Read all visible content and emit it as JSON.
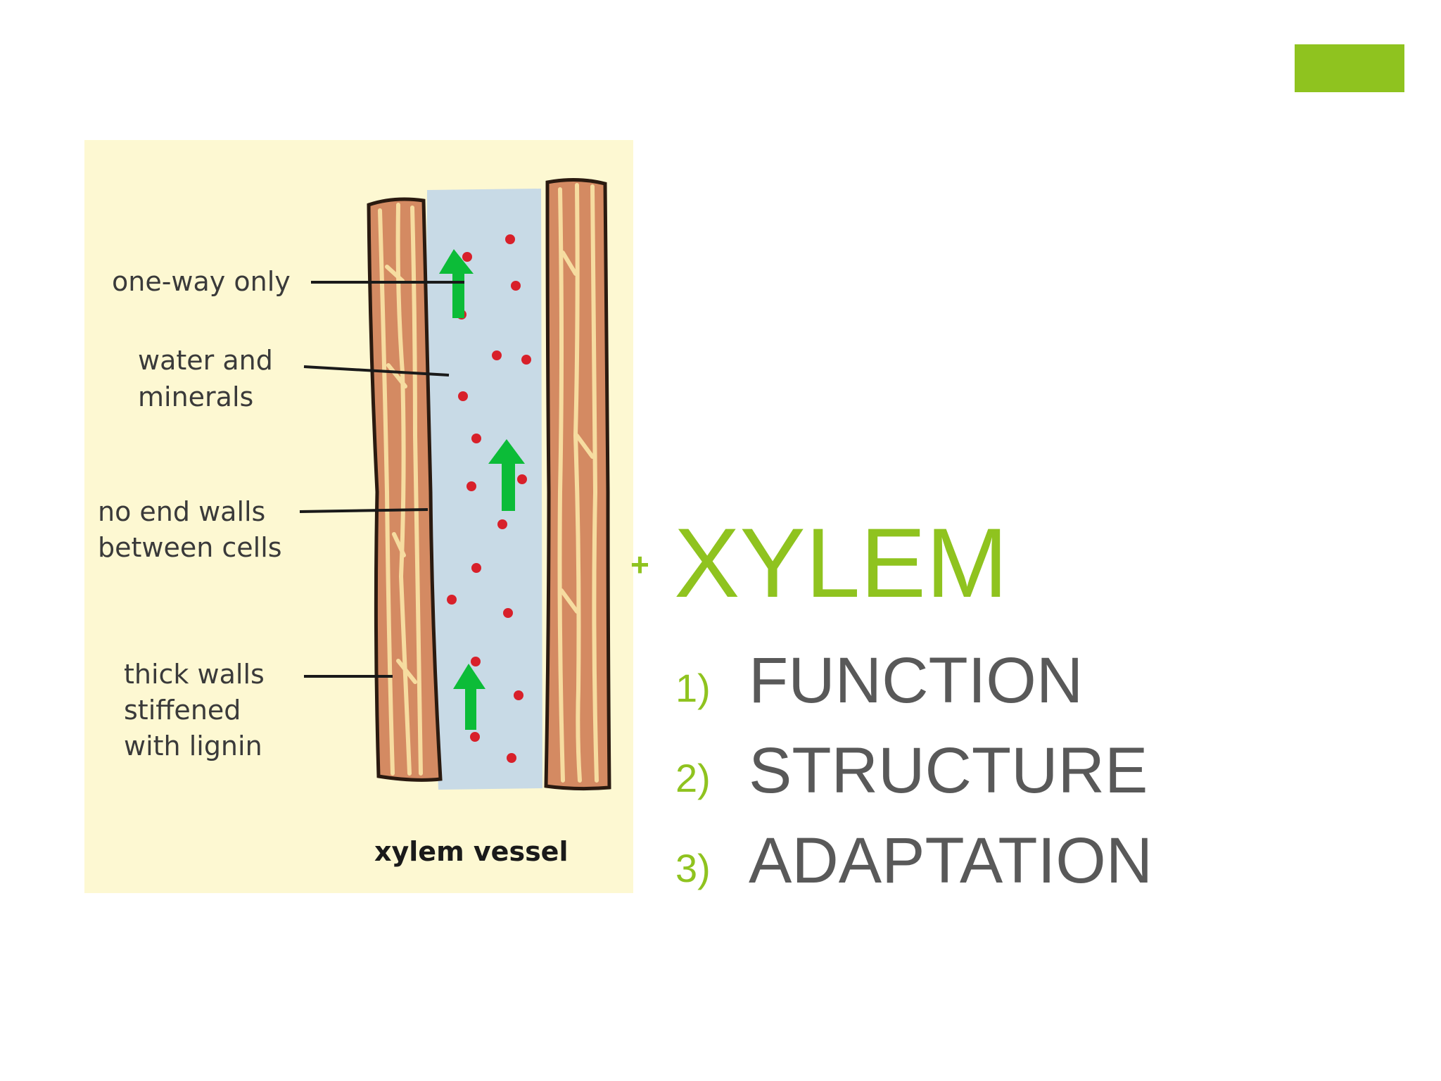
{
  "slide": {
    "bullet_symbol": "+",
    "title": "XYLEM",
    "topics": [
      {
        "number": "1)",
        "label": "FUNCTION"
      },
      {
        "number": "2)",
        "label": "STRUCTURE"
      },
      {
        "number": "3)",
        "label": "ADAPTATION"
      }
    ]
  },
  "diagram": {
    "caption": "xylem vessel",
    "labels": {
      "one_way": "one-way only",
      "water_1": "water and",
      "water_2": "minerals",
      "no_end_1": "no end walls",
      "no_end_2": "between cells",
      "thick_1": "thick walls",
      "thick_2": "stiffened",
      "thick_3": "with lignin"
    }
  },
  "colors": {
    "accent": "#8fc31f",
    "text_gray": "#595959",
    "figure_bg": "#fdf8d2",
    "vessel_fill": "#c8dae6",
    "wall_brown": "#d48a62",
    "fiber_cream": "#f6dca0",
    "arrow_green": "#0cbc38",
    "mineral_red": "#d8202a"
  }
}
